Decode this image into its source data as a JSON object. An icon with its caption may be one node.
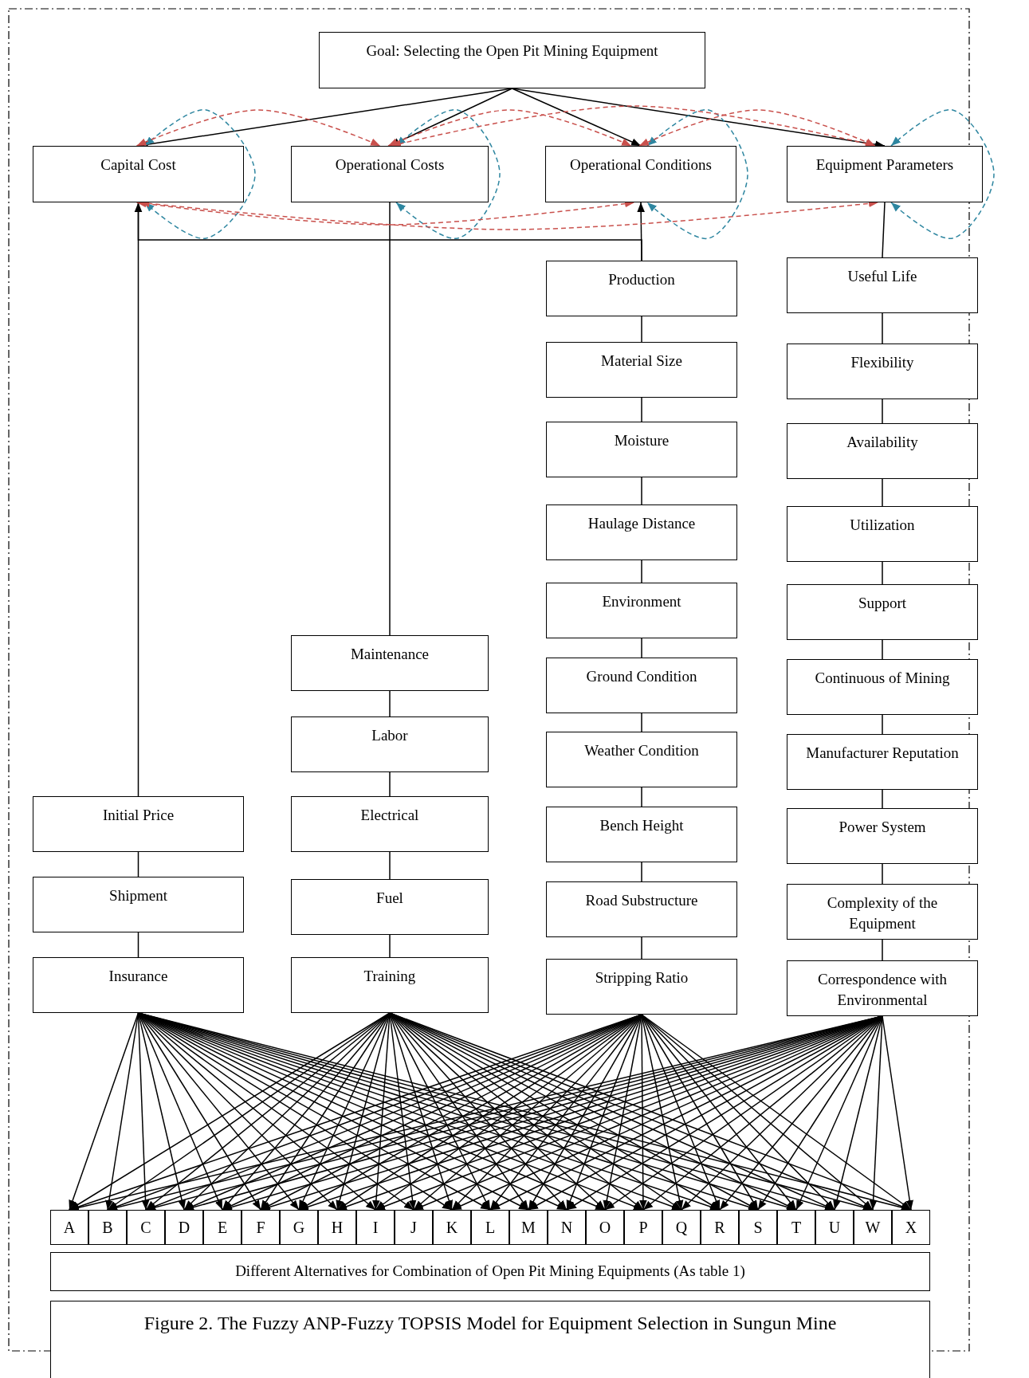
{
  "diagram": {
    "caption": "Figure 2. The Fuzzy ANP-Fuzzy TOPSIS Model for Equipment Selection in Sungun Mine",
    "nodes": [
      {
        "text": [
          "Goal: Selecting the Open Pit Mining Equipment"
        ]
      },
      {
        "text": [
          "Capital Cost"
        ]
      },
      {
        "text": [
          "Operational Costs"
        ]
      },
      {
        "text": [
          "Operational Conditions"
        ]
      },
      {
        "text": [
          "Equipment Parameters"
        ]
      },
      {
        "text": [
          "Initial Price"
        ]
      },
      {
        "text": [
          "Shipment"
        ]
      },
      {
        "text": [
          "Insurance"
        ]
      },
      {
        "text": [
          "Maintenance"
        ]
      },
      {
        "text": [
          "Labor"
        ]
      },
      {
        "text": [
          "Electrical"
        ]
      },
      {
        "text": [
          "Fuel"
        ]
      },
      {
        "text": [
          "Training"
        ]
      },
      {
        "text": [
          "Production"
        ]
      },
      {
        "text": [
          "Material Size"
        ]
      },
      {
        "text": [
          "Moisture"
        ]
      },
      {
        "text": [
          "Haulage Distance"
        ]
      },
      {
        "text": [
          "Environment"
        ]
      },
      {
        "text": [
          "Ground Condition"
        ]
      },
      {
        "text": [
          "Weather Condition"
        ]
      },
      {
        "text": [
          "Bench Height"
        ]
      },
      {
        "text": [
          "Road Substructure"
        ]
      },
      {
        "text": [
          "Stripping Ratio"
        ]
      },
      {
        "text": [
          "Useful Life"
        ]
      },
      {
        "text": [
          "Flexibility"
        ]
      },
      {
        "text": [
          "Availability"
        ]
      },
      {
        "text": [
          "Utilization"
        ]
      },
      {
        "text": [
          "Support"
        ]
      },
      {
        "text": [
          "Continuous of Mining"
        ]
      },
      {
        "text": [
          "Manufacturer Reputation"
        ]
      },
      {
        "text": [
          "Power System"
        ]
      },
      {
        "text": [
          "Complexity of the Equipment"
        ]
      },
      {
        "text": [
          "Correspondence with Environmental"
        ]
      },
      {
        "text": [
          "A"
        ]
      },
      {
        "text": [
          "B"
        ]
      },
      {
        "text": [
          "C"
        ]
      },
      {
        "text": [
          "D"
        ]
      },
      {
        "text": [
          "E"
        ]
      },
      {
        "text": [
          "F"
        ]
      },
      {
        "text": [
          "G"
        ]
      },
      {
        "text": [
          "H"
        ]
      },
      {
        "text": [
          "I"
        ]
      },
      {
        "text": [
          "J"
        ]
      },
      {
        "text": [
          "K"
        ]
      },
      {
        "text": [
          "L"
        ]
      },
      {
        "text": [
          "M"
        ]
      },
      {
        "text": [
          "N"
        ]
      },
      {
        "text": [
          "O"
        ]
      },
      {
        "text": [
          "P"
        ]
      },
      {
        "text": [
          "Q"
        ]
      },
      {
        "text": [
          "R"
        ]
      },
      {
        "text": [
          "S"
        ]
      },
      {
        "text": [
          "T"
        ]
      },
      {
        "text": [
          "U"
        ]
      },
      {
        "text": [
          "W"
        ]
      },
      {
        "text": [
          "X"
        ]
      },
      {
        "text": [
          "Different Alternatives for Combination of Open Pit Mining Equipments (As table 1)"
        ]
      }
    ],
    "edges": [
      {
        "from": 0,
        "to": 1,
        "arrow": "to"
      },
      {
        "from": 0,
        "to": 2,
        "arrow": "to"
      },
      {
        "from": 0,
        "to": 3,
        "arrow": "to"
      },
      {
        "from": 0,
        "to": 4,
        "arrow": "to"
      },
      {
        "from": 5,
        "to": 1,
        "arrow": "to"
      },
      {
        "from": 13,
        "to": 1,
        "arrow": "none"
      },
      {
        "from": 8,
        "to": 2,
        "arrow": "none"
      },
      {
        "from": 13,
        "to": 3,
        "arrow": "to"
      },
      {
        "from": 23,
        "to": 4,
        "arrow": "none"
      },
      {
        "from": 5,
        "to": 6,
        "arrow": "none"
      },
      {
        "from": 6,
        "to": 7,
        "arrow": "none"
      },
      {
        "from": 8,
        "to": 9,
        "arrow": "none"
      },
      {
        "from": 9,
        "to": 10,
        "arrow": "none"
      },
      {
        "from": 10,
        "to": 11,
        "arrow": "none"
      },
      {
        "from": 11,
        "to": 12,
        "arrow": "none"
      },
      {
        "from": 13,
        "to": 14,
        "arrow": "none"
      },
      {
        "from": 14,
        "to": 15,
        "arrow": "none"
      },
      {
        "from": 15,
        "to": 16,
        "arrow": "none"
      },
      {
        "from": 16,
        "to": 17,
        "arrow": "none"
      },
      {
        "from": 17,
        "to": 18,
        "arrow": "none"
      },
      {
        "from": 18,
        "to": 19,
        "arrow": "none"
      },
      {
        "from": 19,
        "to": 20,
        "arrow": "none"
      },
      {
        "from": 20,
        "to": 21,
        "arrow": "none"
      },
      {
        "from": 21,
        "to": 22,
        "arrow": "none"
      },
      {
        "from": 23,
        "to": 24,
        "arrow": "none"
      },
      {
        "from": 24,
        "to": 25,
        "arrow": "none"
      },
      {
        "from": 25,
        "to": 26,
        "arrow": "none"
      },
      {
        "from": 26,
        "to": 27,
        "arrow": "none"
      },
      {
        "from": 27,
        "to": 28,
        "arrow": "none"
      },
      {
        "from": 28,
        "to": 29,
        "arrow": "none"
      },
      {
        "from": 29,
        "to": 30,
        "arrow": "none"
      },
      {
        "from": 30,
        "to": 31,
        "arrow": "none"
      },
      {
        "from": 31,
        "to": 32,
        "arrow": "none"
      },
      {
        "from": 1,
        "to": 1,
        "arrow": "both",
        "style": "dashed",
        "color": "#2e86a0"
      },
      {
        "from": 2,
        "to": 2,
        "arrow": "both",
        "style": "dashed",
        "color": "#2e86a0"
      },
      {
        "from": 3,
        "to": 3,
        "arrow": "both",
        "style": "dashed",
        "color": "#2e86a0"
      },
      {
        "from": 4,
        "to": 4,
        "arrow": "both",
        "style": "dashed",
        "color": "#2e86a0"
      },
      {
        "from": 1,
        "to": 2,
        "arrow": "both",
        "style": "dashed",
        "color": "#c9504c"
      },
      {
        "from": 2,
        "to": 3,
        "arrow": "both",
        "style": "dashed",
        "color": "#c9504c"
      },
      {
        "from": 2,
        "to": 4,
        "arrow": "both",
        "style": "dashed",
        "color": "#c9504c"
      },
      {
        "from": 3,
        "to": 4,
        "arrow": "both",
        "style": "dashed",
        "color": "#c9504c"
      },
      {
        "from": 1,
        "to": 3,
        "arrow": "both",
        "style": "dashed",
        "color": "#c9504c"
      },
      {
        "from": 1,
        "to": 4,
        "arrow": "both",
        "style": "dashed",
        "color": "#c9504c"
      },
      {
        "from": 7,
        "to": 33,
        "arrow": "to"
      },
      {
        "from": 7,
        "to": 34,
        "arrow": "to"
      },
      {
        "from": 7,
        "to": 35,
        "arrow": "to"
      },
      {
        "from": 7,
        "to": 36,
        "arrow": "to"
      },
      {
        "from": 7,
        "to": 37,
        "arrow": "to"
      },
      {
        "from": 7,
        "to": 38,
        "arrow": "to"
      },
      {
        "from": 7,
        "to": 39,
        "arrow": "to"
      },
      {
        "from": 7,
        "to": 40,
        "arrow": "to"
      },
      {
        "from": 7,
        "to": 41,
        "arrow": "to"
      },
      {
        "from": 7,
        "to": 42,
        "arrow": "to"
      },
      {
        "from": 7,
        "to": 43,
        "arrow": "to"
      },
      {
        "from": 7,
        "to": 44,
        "arrow": "to"
      },
      {
        "from": 7,
        "to": 45,
        "arrow": "to"
      },
      {
        "from": 7,
        "to": 46,
        "arrow": "to"
      },
      {
        "from": 7,
        "to": 47,
        "arrow": "to"
      },
      {
        "from": 7,
        "to": 48,
        "arrow": "to"
      },
      {
        "from": 7,
        "to": 49,
        "arrow": "to"
      },
      {
        "from": 7,
        "to": 50,
        "arrow": "to"
      },
      {
        "from": 7,
        "to": 51,
        "arrow": "to"
      },
      {
        "from": 7,
        "to": 52,
        "arrow": "to"
      },
      {
        "from": 7,
        "to": 53,
        "arrow": "to"
      },
      {
        "from": 7,
        "to": 54,
        "arrow": "to"
      },
      {
        "from": 7,
        "to": 55,
        "arrow": "to"
      },
      {
        "from": 12,
        "to": 33,
        "arrow": "to"
      },
      {
        "from": 12,
        "to": 34,
        "arrow": "to"
      },
      {
        "from": 12,
        "to": 35,
        "arrow": "to"
      },
      {
        "from": 12,
        "to": 36,
        "arrow": "to"
      },
      {
        "from": 12,
        "to": 37,
        "arrow": "to"
      },
      {
        "from": 12,
        "to": 38,
        "arrow": "to"
      },
      {
        "from": 12,
        "to": 39,
        "arrow": "to"
      },
      {
        "from": 12,
        "to": 40,
        "arrow": "to"
      },
      {
        "from": 12,
        "to": 41,
        "arrow": "to"
      },
      {
        "from": 12,
        "to": 42,
        "arrow": "to"
      },
      {
        "from": 12,
        "to": 43,
        "arrow": "to"
      },
      {
        "from": 12,
        "to": 44,
        "arrow": "to"
      },
      {
        "from": 12,
        "to": 45,
        "arrow": "to"
      },
      {
        "from": 12,
        "to": 46,
        "arrow": "to"
      },
      {
        "from": 12,
        "to": 47,
        "arrow": "to"
      },
      {
        "from": 12,
        "to": 48,
        "arrow": "to"
      },
      {
        "from": 12,
        "to": 49,
        "arrow": "to"
      },
      {
        "from": 12,
        "to": 50,
        "arrow": "to"
      },
      {
        "from": 12,
        "to": 51,
        "arrow": "to"
      },
      {
        "from": 12,
        "to": 52,
        "arrow": "to"
      },
      {
        "from": 12,
        "to": 53,
        "arrow": "to"
      },
      {
        "from": 12,
        "to": 54,
        "arrow": "to"
      },
      {
        "from": 12,
        "to": 55,
        "arrow": "to"
      },
      {
        "from": 22,
        "to": 33,
        "arrow": "to"
      },
      {
        "from": 22,
        "to": 34,
        "arrow": "to"
      },
      {
        "from": 22,
        "to": 35,
        "arrow": "to"
      },
      {
        "from": 22,
        "to": 36,
        "arrow": "to"
      },
      {
        "from": 22,
        "to": 37,
        "arrow": "to"
      },
      {
        "from": 22,
        "to": 38,
        "arrow": "to"
      },
      {
        "from": 22,
        "to": 39,
        "arrow": "to"
      },
      {
        "from": 22,
        "to": 40,
        "arrow": "to"
      },
      {
        "from": 22,
        "to": 41,
        "arrow": "to"
      },
      {
        "from": 22,
        "to": 42,
        "arrow": "to"
      },
      {
        "from": 22,
        "to": 43,
        "arrow": "to"
      },
      {
        "from": 22,
        "to": 44,
        "arrow": "to"
      },
      {
        "from": 22,
        "to": 45,
        "arrow": "to"
      },
      {
        "from": 22,
        "to": 46,
        "arrow": "to"
      },
      {
        "from": 22,
        "to": 47,
        "arrow": "to"
      },
      {
        "from": 22,
        "to": 48,
        "arrow": "to"
      },
      {
        "from": 22,
        "to": 49,
        "arrow": "to"
      },
      {
        "from": 22,
        "to": 50,
        "arrow": "to"
      },
      {
        "from": 22,
        "to": 51,
        "arrow": "to"
      },
      {
        "from": 22,
        "to": 52,
        "arrow": "to"
      },
      {
        "from": 22,
        "to": 53,
        "arrow": "to"
      },
      {
        "from": 22,
        "to": 54,
        "arrow": "to"
      },
      {
        "from": 22,
        "to": 55,
        "arrow": "to"
      },
      {
        "from": 32,
        "to": 33,
        "arrow": "to"
      },
      {
        "from": 32,
        "to": 34,
        "arrow": "to"
      },
      {
        "from": 32,
        "to": 35,
        "arrow": "to"
      },
      {
        "from": 32,
        "to": 36,
        "arrow": "to"
      },
      {
        "from": 32,
        "to": 37,
        "arrow": "to"
      },
      {
        "from": 32,
        "to": 38,
        "arrow": "to"
      },
      {
        "from": 32,
        "to": 39,
        "arrow": "to"
      },
      {
        "from": 32,
        "to": 40,
        "arrow": "to"
      },
      {
        "from": 32,
        "to": 41,
        "arrow": "to"
      },
      {
        "from": 32,
        "to": 42,
        "arrow": "to"
      },
      {
        "from": 32,
        "to": 43,
        "arrow": "to"
      },
      {
        "from": 32,
        "to": 44,
        "arrow": "to"
      },
      {
        "from": 32,
        "to": 45,
        "arrow": "to"
      },
      {
        "from": 32,
        "to": 46,
        "arrow": "to"
      },
      {
        "from": 32,
        "to": 47,
        "arrow": "to"
      },
      {
        "from": 32,
        "to": 48,
        "arrow": "to"
      },
      {
        "from": 32,
        "to": 49,
        "arrow": "to"
      },
      {
        "from": 32,
        "to": 50,
        "arrow": "to"
      },
      {
        "from": 32,
        "to": 51,
        "arrow": "to"
      },
      {
        "from": 32,
        "to": 52,
        "arrow": "to"
      },
      {
        "from": 32,
        "to": 53,
        "arrow": "to"
      },
      {
        "from": 32,
        "to": 54,
        "arrow": "to"
      },
      {
        "from": 32,
        "to": 55,
        "arrow": "to"
      }
    ]
  }
}
